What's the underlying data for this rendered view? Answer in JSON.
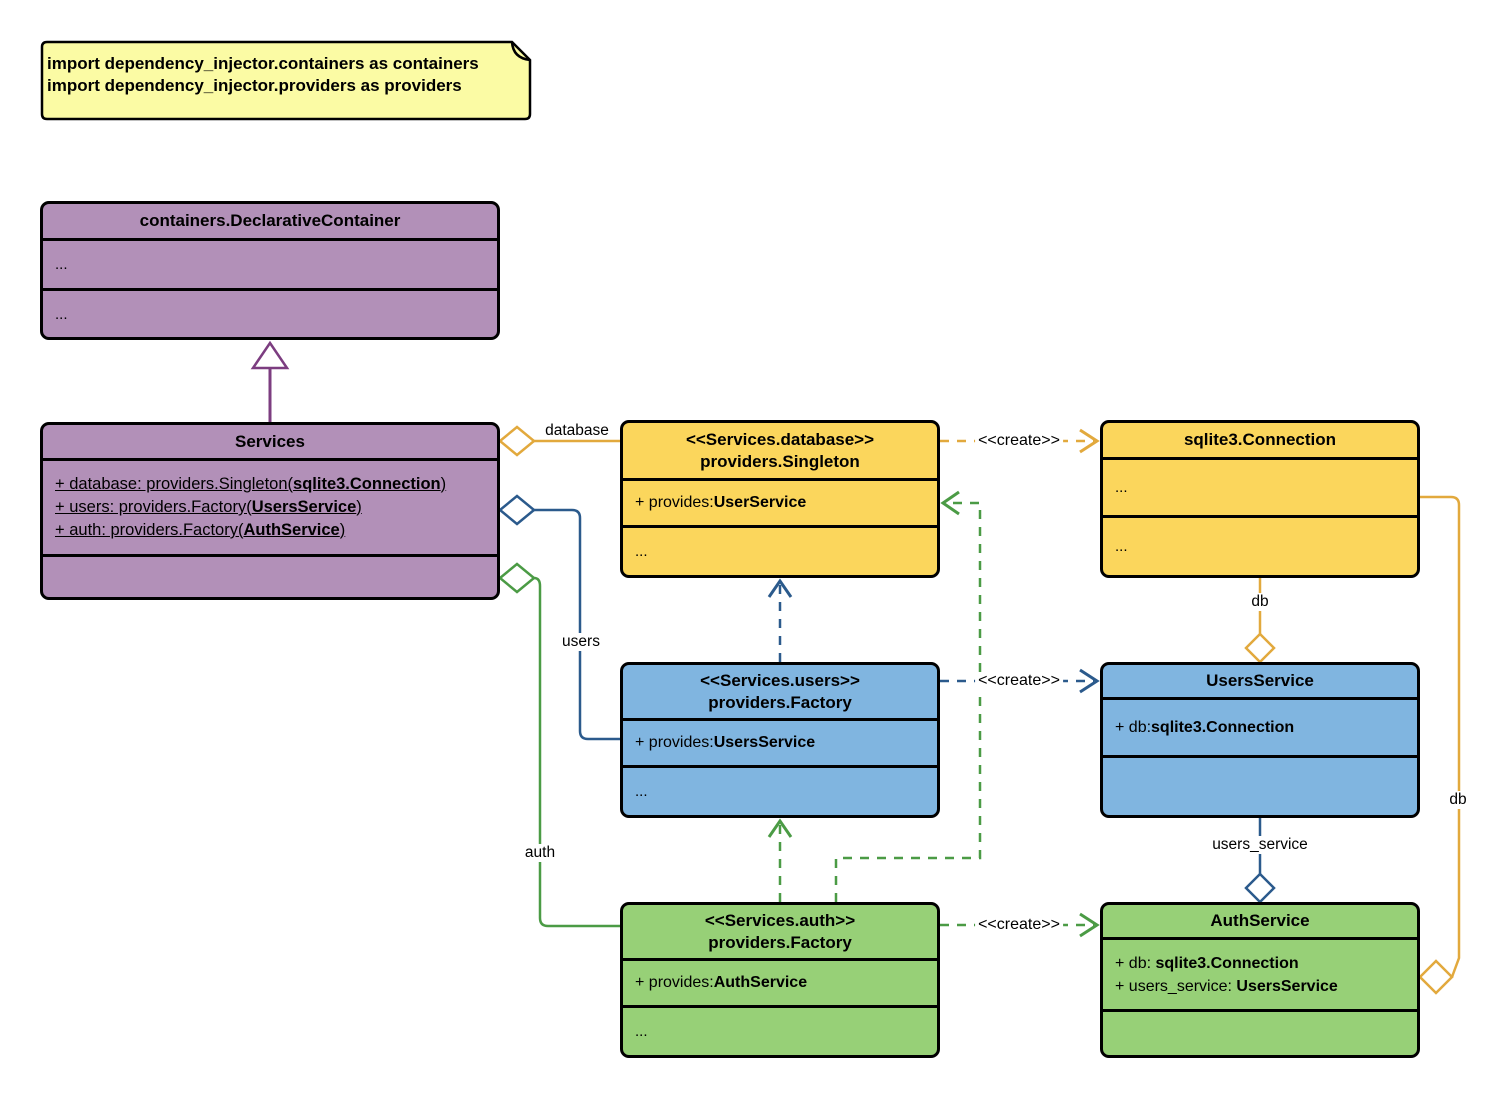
{
  "note": {
    "line1": "import dependency_injector.containers as containers",
    "line2": "import dependency_injector.providers as providers"
  },
  "classes": {
    "declarativeContainer": {
      "title": "containers.DeclarativeContainer",
      "row1": "...",
      "row2": "..."
    },
    "services": {
      "title": "Services",
      "attr1": {
        "pre": "+ database: providers.Singleton(",
        "bold": "sqlite3.Connection",
        "post": ")"
      },
      "attr2": {
        "pre": "+ users: providers.Factory(",
        "bold": "UsersService",
        "post": ")"
      },
      "attr3": {
        "pre": "+ auth: providers.Factory(",
        "bold": "AuthService",
        "post": ")"
      }
    },
    "databaseSingleton": {
      "stereotype": "<<Services.database>>",
      "title": "providers.Singleton",
      "providesPre": "+ provides: ",
      "providesBold": "UserService",
      "more": "..."
    },
    "sqliteConnection": {
      "title": "sqlite3.Connection",
      "row1": "...",
      "row2": "..."
    },
    "usersFactory": {
      "stereotype": "<<Services.users>>",
      "title": "providers.Factory",
      "providesPre": "+ provides: ",
      "providesBold": "UsersService",
      "more": "..."
    },
    "usersService": {
      "title": "UsersService",
      "attrPre": "+ db: ",
      "attrBold": "sqlite3.Connection"
    },
    "authFactory": {
      "stereotype": "<<Services.auth>>",
      "title": "providers.Factory",
      "providesPre": "+ provides: ",
      "providesBold": "AuthService",
      "more": "..."
    },
    "authService": {
      "title": "AuthService",
      "attr1Pre": "+ db: ",
      "attr1Bold": "sqlite3.Connection",
      "attr2Pre": "+ users_service: ",
      "attr2Bold": "UsersService"
    }
  },
  "edgeLabels": {
    "database": "database",
    "users": "users",
    "auth": "auth",
    "createDatabase": "<<create>>",
    "createUsers": "<<create>>",
    "createAuth": "<<create>>",
    "dbTop": "db",
    "dbRight": "db",
    "usersService": "users_service"
  },
  "colors": {
    "purpleFill": "#B290B8",
    "purpleStroke": "#7C3D80",
    "yellowFill": "#FBD65C",
    "yellowStroke": "#E2A93D",
    "blueFill": "#80B5E0",
    "blueStroke": "#2B5A8C",
    "greenFill": "#97D077",
    "greenStroke": "#4B9B45",
    "noteFill": "#FBFBA4"
  }
}
